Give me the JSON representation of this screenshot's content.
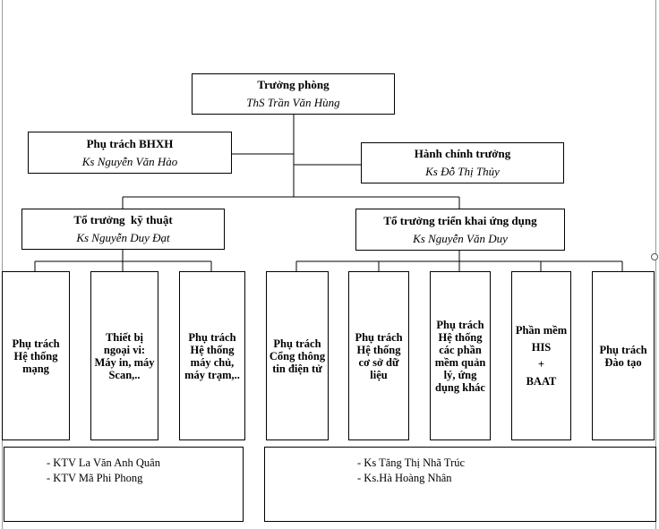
{
  "head": {
    "title": "Trưởng phòng",
    "name": "ThS Trần Văn Hùng"
  },
  "bhxh": {
    "title": "Phụ trách BHXH",
    "name": "Ks Nguyễn Văn Hào"
  },
  "admin": {
    "title": "Hành chính trưởng",
    "name": "Ks Đỗ Thị Thủy"
  },
  "tech_lead": {
    "title": "Tổ trưởng  kỹ thuật",
    "name": "Ks Nguyễn Duy Đạt"
  },
  "deploy_lead": {
    "title": "Tổ trưởng triển khai ứng dụng",
    "name": "Ks Nguyễn Văn Duy"
  },
  "tech_units": [
    {
      "label": "Phụ trách\nHệ thống\nmạng"
    },
    {
      "label": "Thiết bị\nngoại vi:\nMáy in, máy\nScan,.."
    },
    {
      "label": "Phụ trách\nHệ thống\nmáy chủ,\nmáy trạm,.."
    }
  ],
  "deploy_units": [
    {
      "label": "Phụ trách\nCổng thông\ntin điện tử"
    },
    {
      "label": "Phụ trách\nHệ thống\ncơ sở dữ\nliệu"
    },
    {
      "label": "Phụ trách\nHệ thống\ncác phần\nmềm quản\nlý, ứng\ndụng khác"
    },
    {
      "label": "Phần mềm\nHIS\n+\nBAAT"
    },
    {
      "label": "Phụ trách\nĐào tạo"
    }
  ],
  "tech_staff": [
    "-  KTV La Văn Anh Quân",
    "-  KTV Mã Phi Phong"
  ],
  "deploy_staff": [
    "-  Ks Tăng Thị Nhã Trúc",
    "-  Ks.Hà Hoàng Nhân"
  ]
}
